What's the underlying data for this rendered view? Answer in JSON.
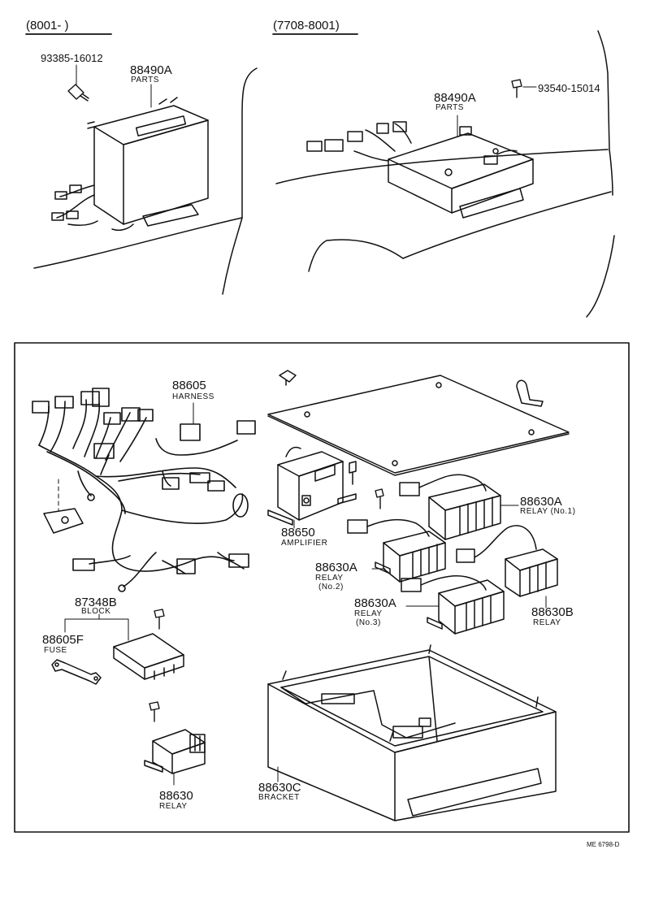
{
  "headers": {
    "left": "(8001-        )",
    "right": "(7708-8001)"
  },
  "top_left": {
    "screw_part": "93385-16012",
    "box_part": "88490A",
    "box_sub": "PARTS"
  },
  "top_right": {
    "box_part": "88490A",
    "box_sub": "PARTS",
    "screw_part": "93540-15014"
  },
  "lower": {
    "harness_part": "88605",
    "harness_sub": "HARNESS",
    "amplifier_part": "88650",
    "amplifier_sub": "AMPLIFIER",
    "relay1_part": "88630A",
    "relay1_sub": "RELAY (No.1)",
    "relay2_part": "88630A",
    "relay2_sub1": "RELAY",
    "relay2_sub2": "(No.2)",
    "relay3_part": "88630A",
    "relay3_sub1": "RELAY",
    "relay3_sub2": "(No.3)",
    "relayb_part": "88630B",
    "relayb_sub": "RELAY",
    "block_part": "87348B",
    "block_sub": "BLOCK",
    "fuse_part": "88605F",
    "fuse_sub": "FUSE",
    "relay_part": "88630",
    "relay_sub": "RELAY",
    "bracket_part": "88630C",
    "bracket_sub": "BRACKET"
  },
  "figure_code": "ME 6798-D"
}
